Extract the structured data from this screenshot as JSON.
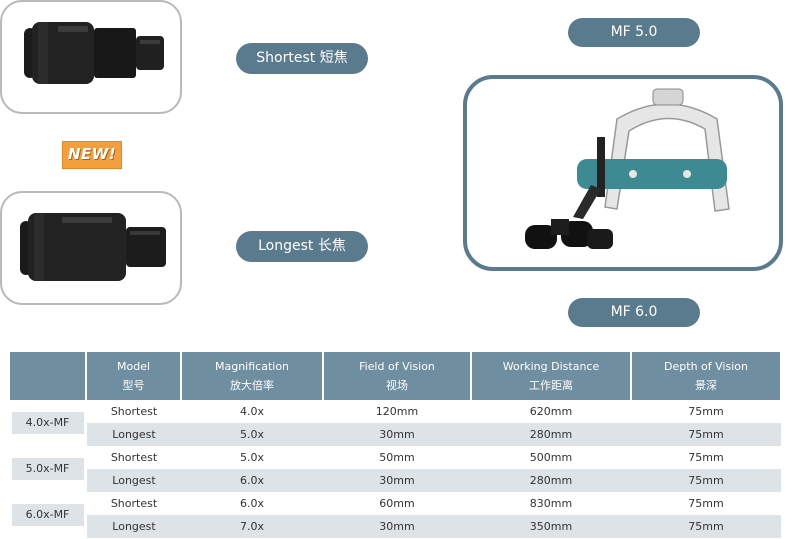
{
  "badges": {
    "new": "NEW!"
  },
  "labels": {
    "shortest": "Shortest 短焦",
    "longest": "Longest 长焦",
    "mf50": "MF 5.0",
    "mf60": "MF 6.0"
  },
  "table": {
    "headers": [
      {
        "en": "Model",
        "cn": "型号"
      },
      {
        "en": "Magnification",
        "cn": "放大倍率"
      },
      {
        "en": "Field of Vision",
        "cn": "视场"
      },
      {
        "en": "Working Distance",
        "cn": "工作距离"
      },
      {
        "en": "Depth of Vision",
        "cn": "景深"
      }
    ],
    "groups": [
      {
        "model": "4.0x-MF",
        "rows": [
          [
            "Shortest",
            "4.0x",
            "120mm",
            "620mm",
            "75mm"
          ],
          [
            "Longest",
            "5.0x",
            "30mm",
            "280mm",
            "75mm"
          ]
        ]
      },
      {
        "model": "5.0x-MF",
        "rows": [
          [
            "Shortest",
            "5.0x",
            "50mm",
            "500mm",
            "75mm"
          ],
          [
            "Longest",
            "6.0x",
            "30mm",
            "280mm",
            "75mm"
          ]
        ]
      },
      {
        "model": "6.0x-MF",
        "rows": [
          [
            "Shortest",
            "6.0x",
            "60mm",
            "830mm",
            "75mm"
          ],
          [
            "Longest",
            "7.0x",
            "30mm",
            "350mm",
            "75mm"
          ]
        ]
      }
    ]
  }
}
